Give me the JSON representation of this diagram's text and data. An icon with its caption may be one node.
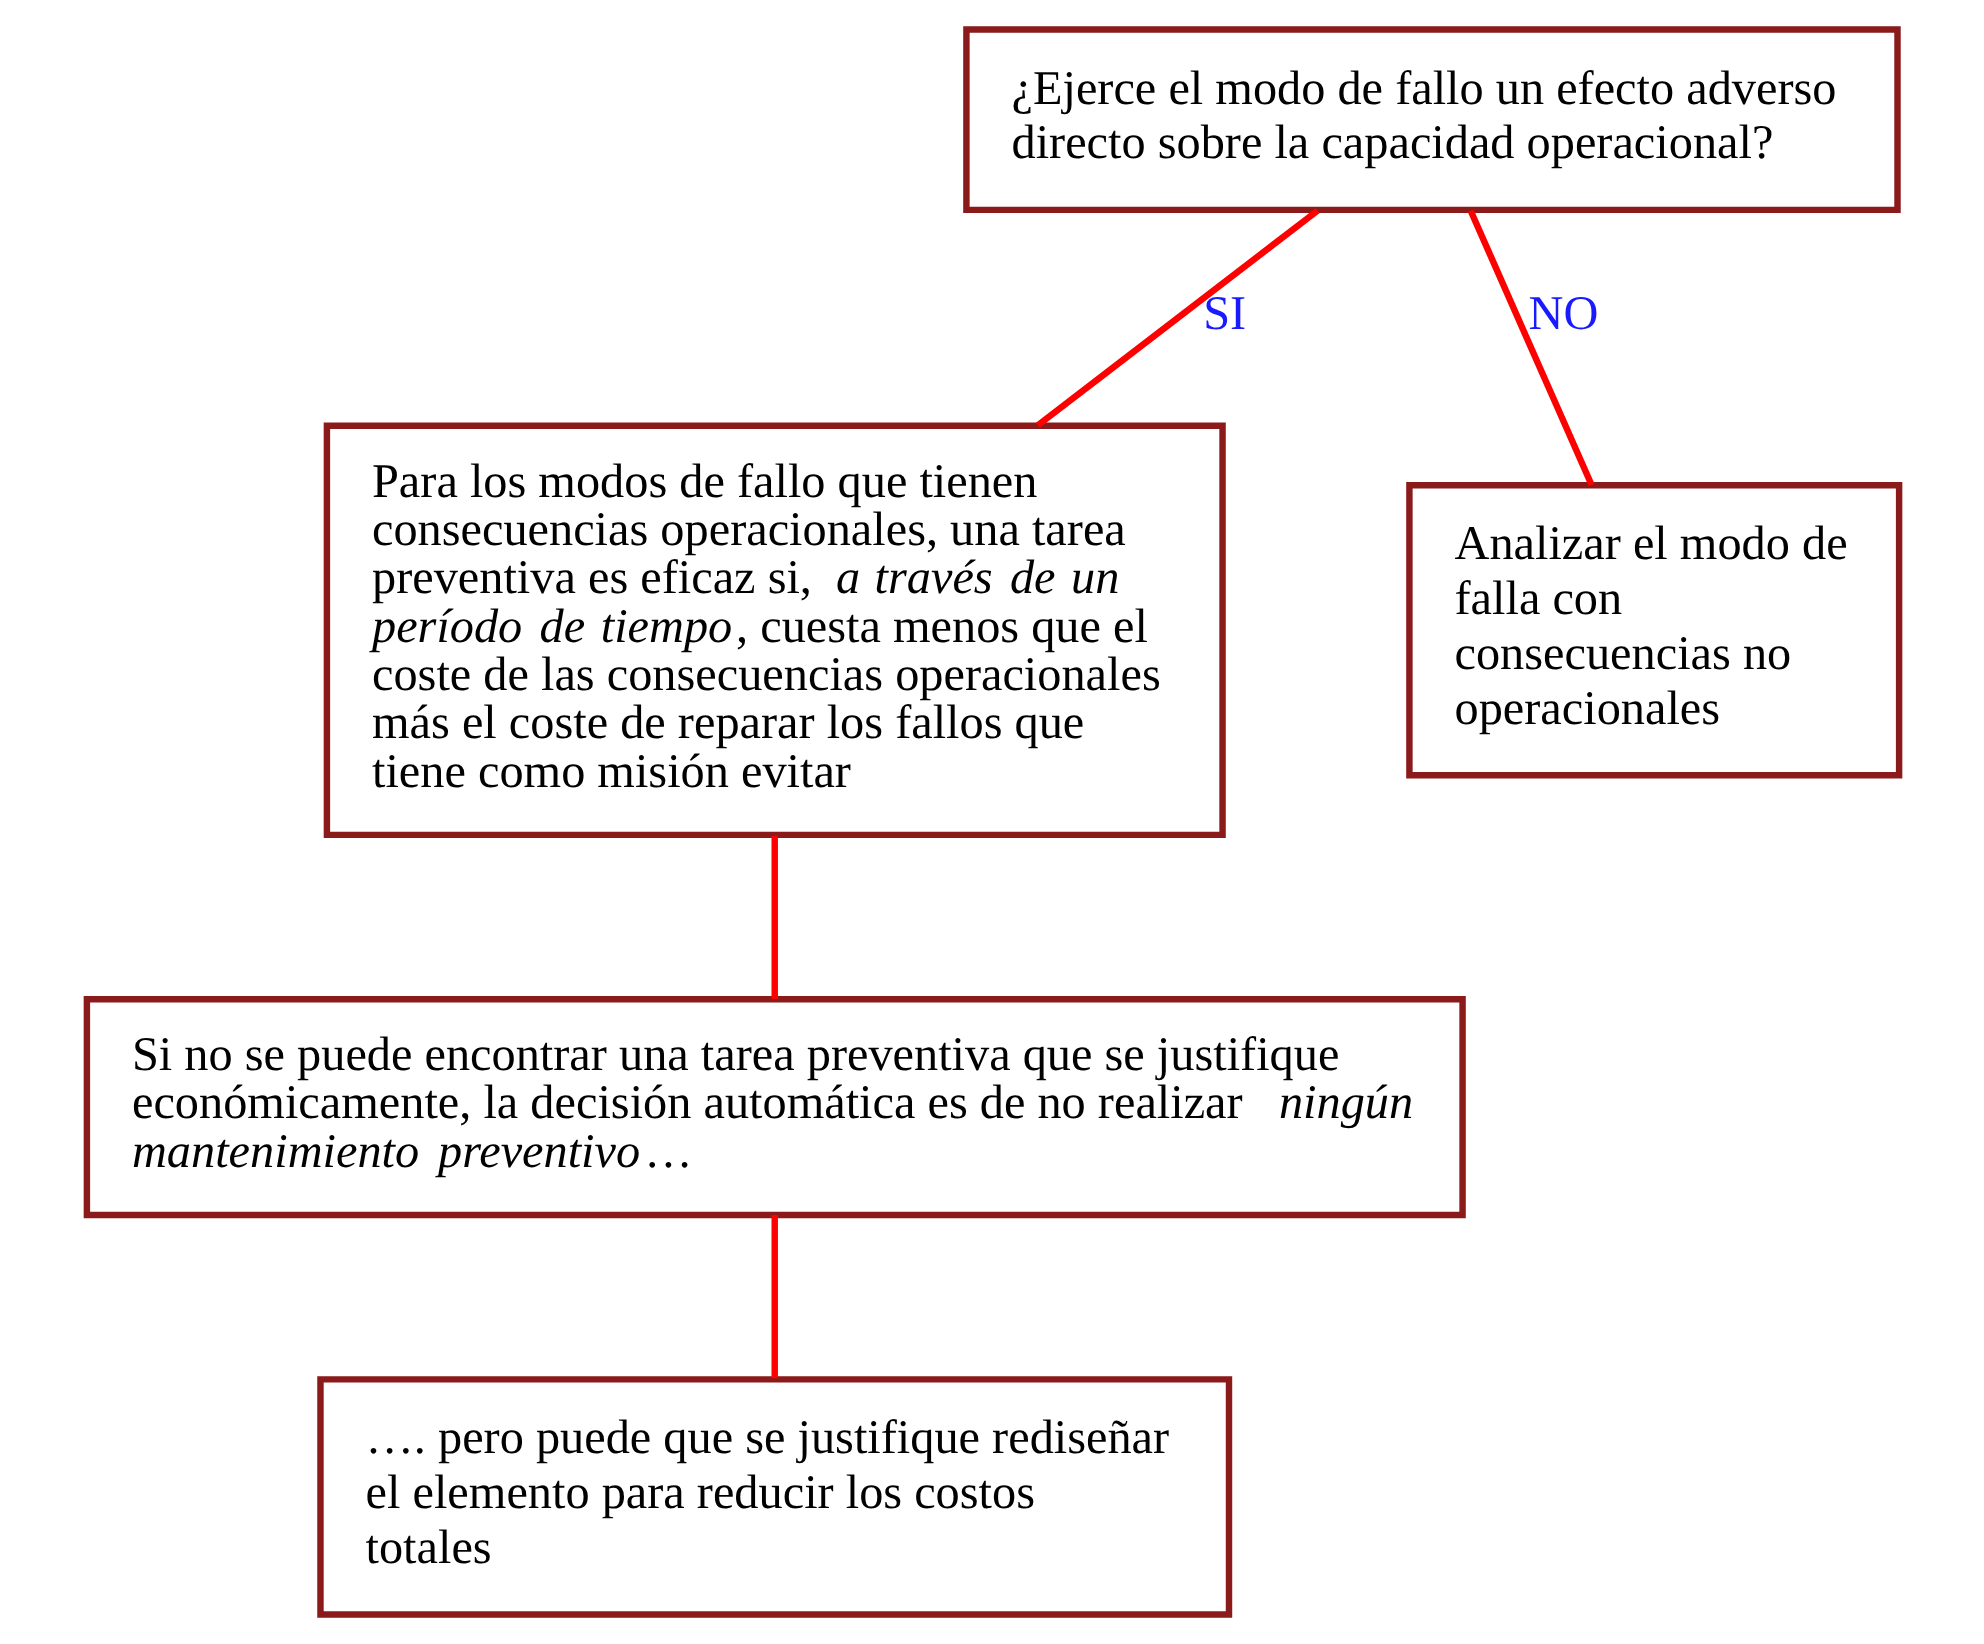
{
  "diagram": {
    "nodes": [
      {
        "text": [
          "¿Ejerce el modo de fallo un efecto adverso directo sobre la capacidad operacional?"
        ]
      },
      {
        "text": [
          "Para los modos de fallo que tienen consecuencias operacionales, una tarea preventiva es eficaz si, *a través de un período de tiempo*, cuesta menos que el coste de las consecuencias operacionales más el coste de reparar los fallos que tiene como misión evitar"
        ]
      },
      {
        "text": [
          "Analizar el modo de falla con consecuencias no operacionales"
        ]
      },
      {
        "text": [
          "Si no se puede encontrar una tarea preventiva que se justifique económicamente, la decisión automática es de no realizar *ningún mantenimiento preventivo*…"
        ]
      },
      {
        "text": [
          "…. pero puede que se justifique rediseñar el elemento para reducir los costos totales"
        ]
      }
    ],
    "edges": [
      {
        "from": 0,
        "to": 1,
        "arrow": "none",
        "label": "SI"
      },
      {
        "from": 0,
        "to": 2,
        "arrow": "none",
        "label": "NO"
      },
      {
        "from": 1,
        "to": 3,
        "arrow": "none"
      },
      {
        "from": 3,
        "to": 4,
        "arrow": "none"
      }
    ]
  }
}
